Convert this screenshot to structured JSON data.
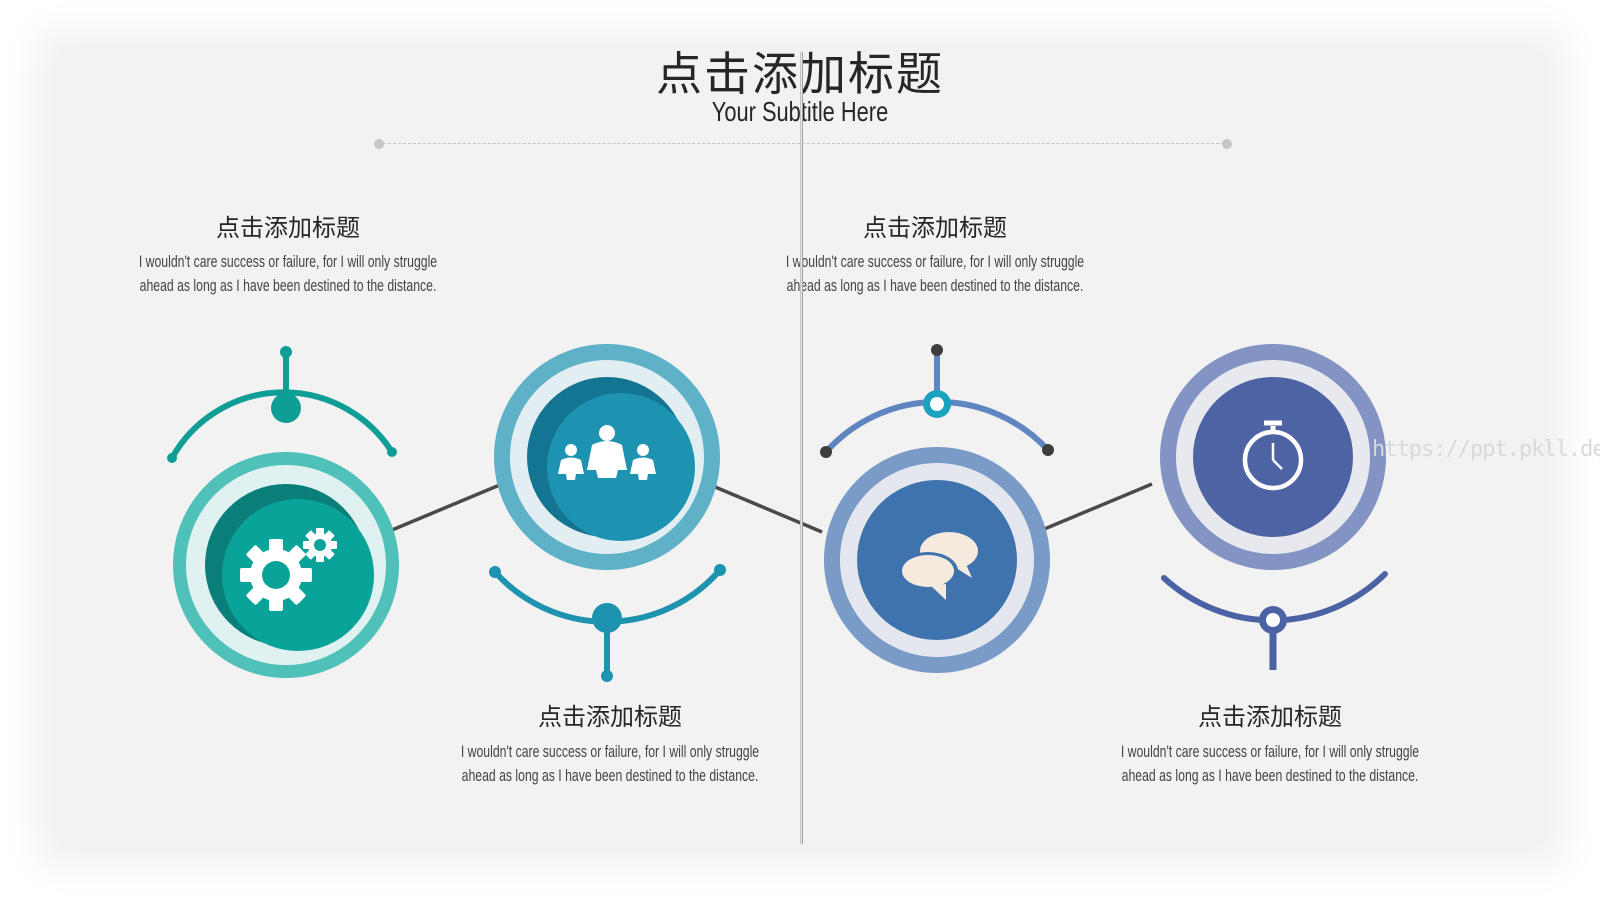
{
  "header": {
    "title": "点击添加标题",
    "subtitle": "Your Subtitle Here"
  },
  "steps": [
    {
      "heading": "点击添加标题",
      "description": "I wouldn't care success or failure, for I will only struggle ahead as long as I have been destined to the distance.",
      "icon": "gears-icon",
      "color": "#0f9e96"
    },
    {
      "heading": "点击添加标题",
      "description": "I wouldn't care success or failure, for I will only struggle ahead as long as I have been destined to the distance.",
      "icon": "family-icon",
      "color": "#1e93b0"
    },
    {
      "heading": "点击添加标题",
      "description": "I wouldn't care success or failure, for I will only struggle ahead as long as I have been destined to the distance.",
      "icon": "chat-bubbles-icon",
      "color": "#3f73ae"
    },
    {
      "heading": "点击添加标题",
      "description": "I wouldn't care success or failure, for I will only struggle ahead as long as I have been destined to the distance.",
      "icon": "stopwatch-icon",
      "color": "#4b63a4"
    }
  ],
  "watermark": "https://ppt.pkll.de"
}
